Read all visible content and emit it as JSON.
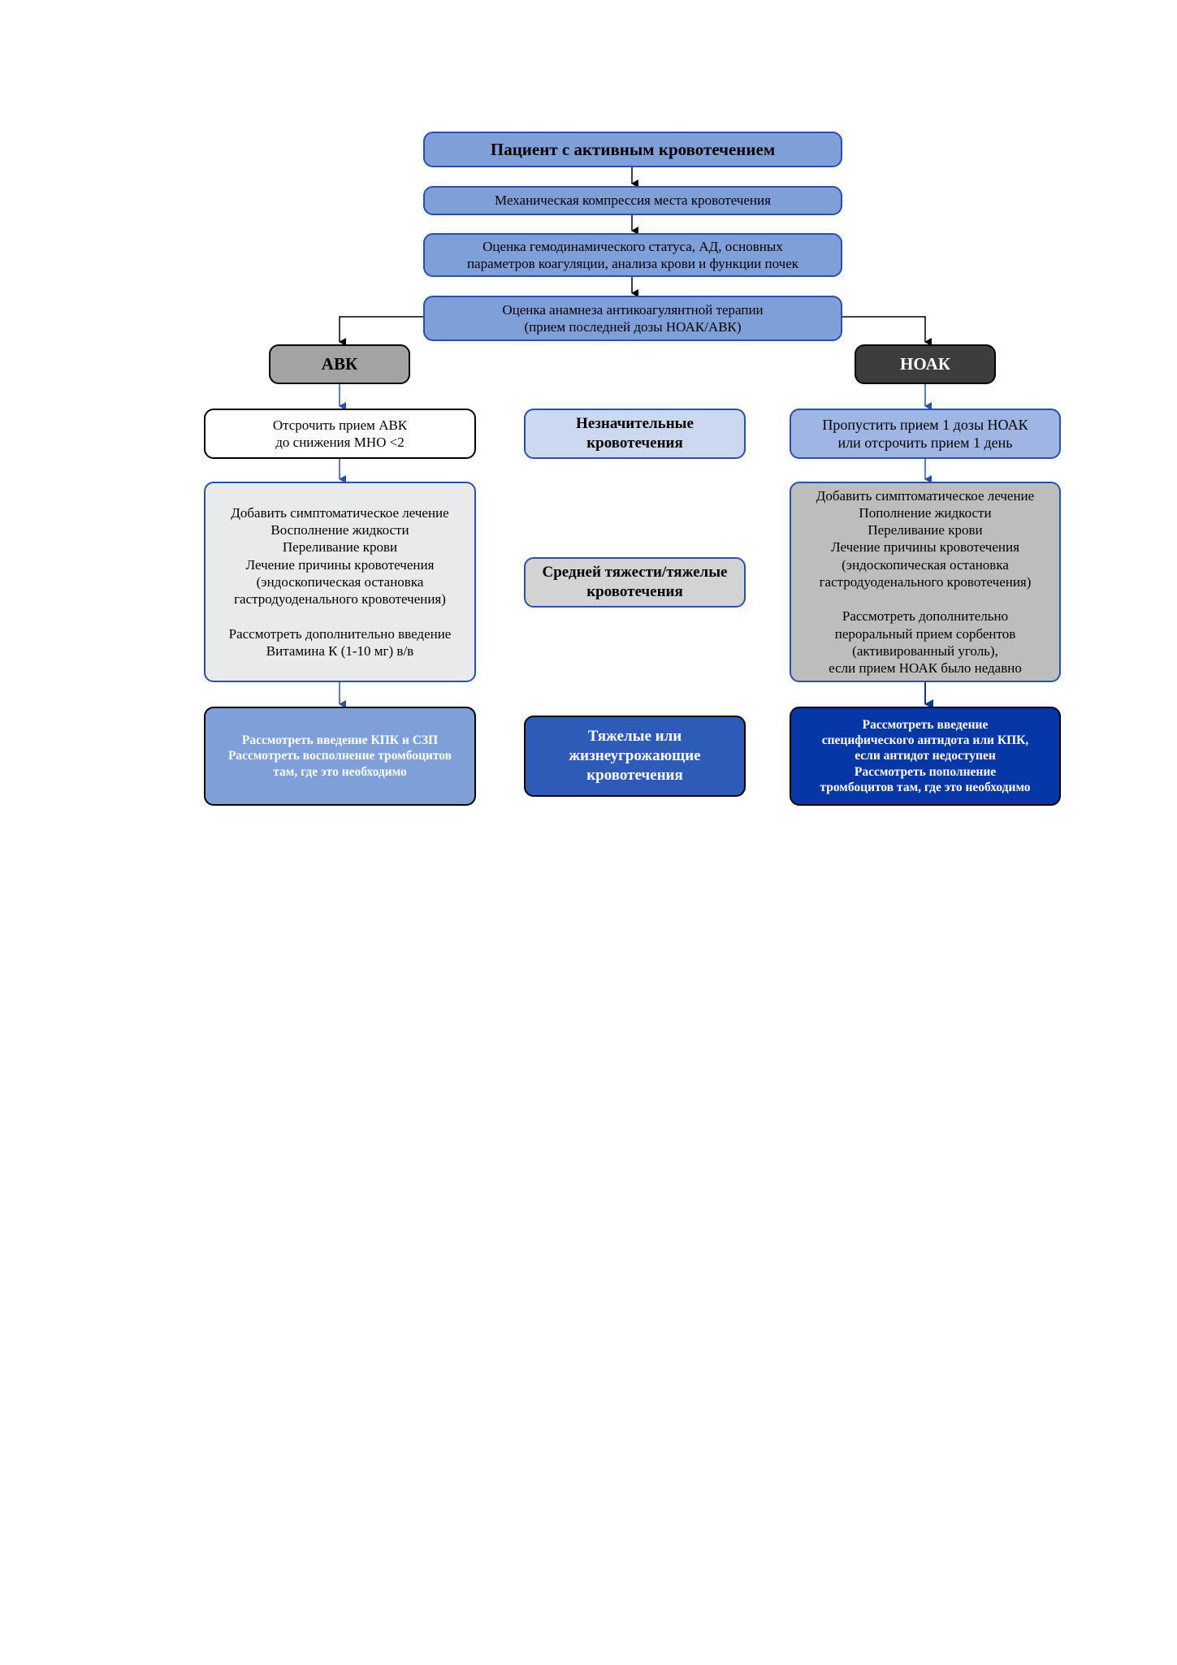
{
  "flow": {
    "patient": "Пациент с активным кровотечением",
    "compression": "Механическая компрессия места кровотечения",
    "assessment": [
      "Оценка гемодинамического статуса, АД, основных",
      "параметров коагуляции, анализа крови и функции почек"
    ],
    "history": [
      "Оценка анамнеза антикоагулянтной терапии",
      "(прием последней дозы НОАК/АВК)"
    ]
  },
  "avk": {
    "header": "АВК",
    "minor": [
      "Отсрочить прием АВК",
      "до снижения МНО <2"
    ],
    "moderate": [
      "Добавить симптоматическое лечение",
      "Восполнение жидкости",
      "Переливание крови",
      "Лечение причины кровотечения",
      "(эндоскопическая остановка",
      "гастродуоденального кровотечения)"
    ],
    "moderate_extra": [
      "Рассмотреть дополнительно введение",
      "Витамина К (1-10 мг) в/в"
    ],
    "severe": [
      "Рассмотреть введение КПК и СЗП",
      "Рассмотреть восполнение тромбоцитов",
      "там, где это необходимо"
    ]
  },
  "severity": {
    "minor": [
      "Незначительные",
      "кровотечения"
    ],
    "moderate": [
      "Средней тяжести/тяжелые",
      "кровотечения"
    ],
    "severe": [
      "Тяжелые или",
      "жизнеугрожающие",
      "кровотечения"
    ]
  },
  "noac": {
    "header": "НОАК",
    "minor": [
      "Пропустить прием 1 дозы НОАК",
      "или отсрочить прием 1 день"
    ],
    "moderate": [
      "Добавить симптоматическое лечение",
      "Пополнение жидкости",
      "Переливание крови",
      "Лечение причины кровотечения",
      "(эндоскопическая остановка",
      "гастродуоденального кровотечения)"
    ],
    "moderate_extra": [
      "Рассмотреть дополнительно",
      "пероральный прием сорбентов",
      "(активированный уголь),",
      "если прием НОАК было недавно"
    ],
    "severe": [
      "Рассмотреть введение",
      "специфического антидота или КПК,",
      "если антидот недоступен",
      "Рассмотреть пополнение",
      "тромбоцитов там, где это необходимо"
    ]
  },
  "colors": {
    "top_boxes": "#7f9fd9",
    "avk_header": "#a3a3a3",
    "noac_header": "#3d3d3d",
    "minor_severity": "#ccd8ee",
    "moderate_severity": "#d3d3d3",
    "severe_severity": "#2f5bb8",
    "avk_severe": "#7f9fd9",
    "noac_minor": "#9fb5e3",
    "noac_moderate": "#bdbdbd",
    "noac_severe": "#0736a6",
    "avk_moderate": "#e9eaec"
  }
}
